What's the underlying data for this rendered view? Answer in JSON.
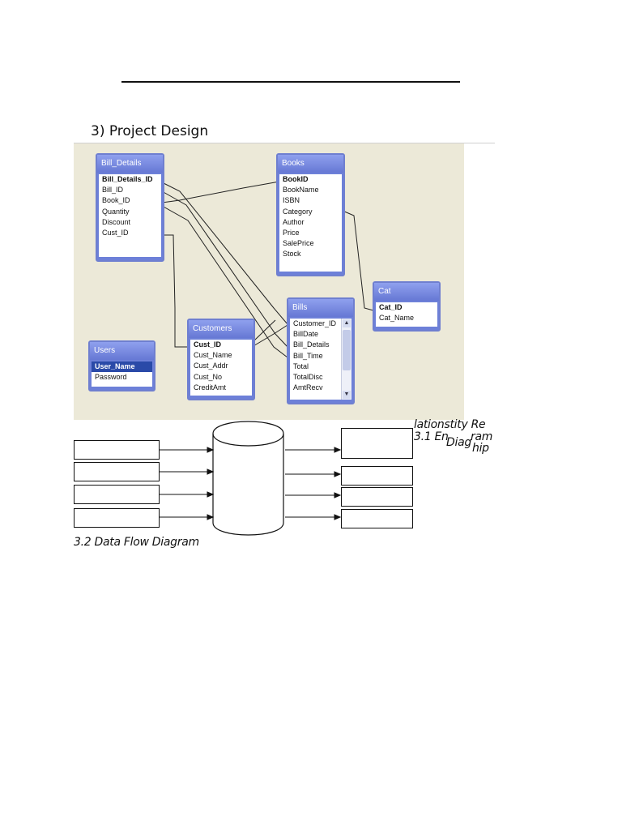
{
  "section_heading": "3) Project Design",
  "er_caption": {
    "line1": "lationstity Re",
    "line2a": "3.1 En",
    "line2b": "Diag",
    "line2c": "ram",
    "line3": "hip"
  },
  "dfd_caption": "3.2 Data Flow Diagram",
  "tables": {
    "bill_details": {
      "title": "Bill_Details",
      "fields": [
        "Bill_Details_ID",
        "Bill_ID",
        "Book_ID",
        "Quantity",
        "Discount",
        "Cust_ID"
      ]
    },
    "books": {
      "title": "Books",
      "fields": [
        "BookID",
        "BookName",
        "ISBN",
        "Category",
        "Author",
        "Price",
        "SalePrice",
        "Stock"
      ]
    },
    "cat": {
      "title": "Cat",
      "fields": [
        "Cat_ID",
        "Cat_Name"
      ]
    },
    "bills": {
      "title": "Bills",
      "fields": [
        "Customer_ID",
        "BillDate",
        "Bill_Details",
        "Bill_Time",
        "Total",
        "TotalDisc",
        "AmtRecv"
      ]
    },
    "customers": {
      "title": "Customers",
      "fields": [
        "Cust_ID",
        "Cust_Name",
        "Cust_Addr",
        "Cust_No",
        "CreditAmt"
      ]
    },
    "users": {
      "title": "Users",
      "fields": [
        "User_Name",
        "Password"
      ]
    }
  }
}
